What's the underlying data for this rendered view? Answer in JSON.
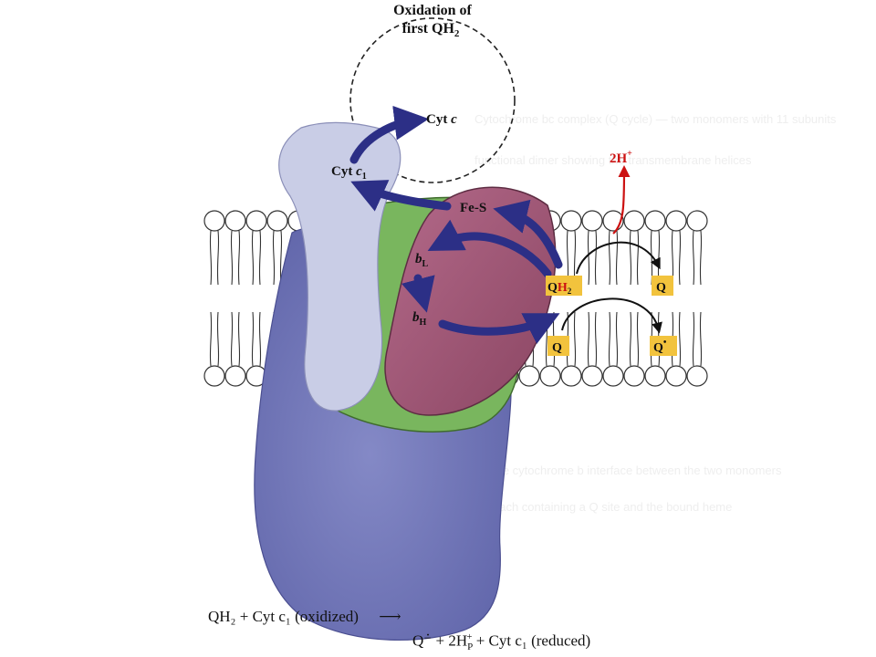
{
  "title": {
    "line1": "Oxidation of",
    "line2": "first QH",
    "line2_sub": "2"
  },
  "labels": {
    "cyt_c": "Cyt ",
    "cyt_c_italic": "c",
    "cyt_c1": "Cyt ",
    "cyt_c1_italic": "c",
    "cyt_c1_sub": "1",
    "fe_s": "Fe-S",
    "b_l": "b",
    "b_l_sub": "L",
    "b_h": "b",
    "b_h_sub": "H",
    "two_h": "2H",
    "two_h_sup": "+",
    "qh2": "Q",
    "qh2_h": "H",
    "qh2_sub": "2",
    "q_top": "Q",
    "q_bottom": "Q",
    "q_radical": "Q",
    "q_radical_sup": "•"
  },
  "equation": {
    "line1": "QH₂ + Cyt c₁ (oxidized)",
    "arrow": "⟶",
    "line2": "Q⁻̇ + 2H",
    "line2_sub": "P",
    "line2_sup": "+",
    "line2_rest": " + Cyt c₁ (reduced)"
  },
  "colors": {
    "protein_blue": "#6f74b7",
    "protein_light": "#c9cde6",
    "protein_green": "#79b65e",
    "protein_maroon": "#9c5472",
    "arrow_navy": "#2c2f86",
    "red_arrow": "#cc1111",
    "quinone_box": "#f2c33d"
  }
}
